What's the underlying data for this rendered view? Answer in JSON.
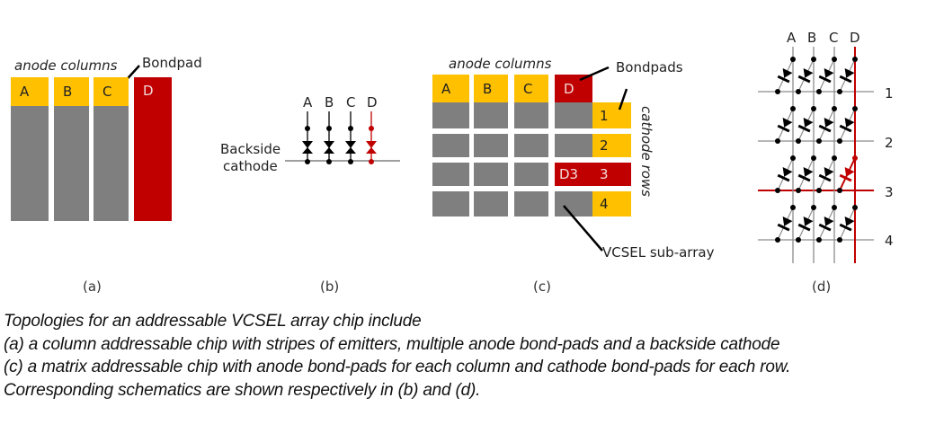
{
  "colors": {
    "pad_yellow": "#ffc000",
    "pad_red": "#c00000",
    "emitter_gray": "#7f7f7f",
    "wire_black": "#000000",
    "wire_gray": "#8c8c8c",
    "highlight_red": "#c00000"
  },
  "panel_a": {
    "label": "(a)",
    "anode_label": "anode columns",
    "bondpad_label": "Bondpad",
    "columns": [
      {
        "name": "A",
        "color": "yellow"
      },
      {
        "name": "B",
        "color": "yellow"
      },
      {
        "name": "C",
        "color": "yellow"
      },
      {
        "name": "D",
        "color": "red"
      }
    ]
  },
  "panel_b": {
    "label": "(b)",
    "cathode_label_line1": "Backside",
    "cathode_label_line2": "cathode",
    "columns": [
      {
        "name": "A",
        "highlight": false
      },
      {
        "name": "B",
        "highlight": false
      },
      {
        "name": "C",
        "highlight": false
      },
      {
        "name": "D",
        "highlight": true
      }
    ]
  },
  "panel_c": {
    "label": "(c)",
    "anode_label": "anode columns",
    "bondpads_label": "Bondpads",
    "cathode_label": "cathode rows",
    "subarray_label": "VCSEL sub-array",
    "columns": [
      {
        "name": "A",
        "color": "yellow"
      },
      {
        "name": "B",
        "color": "yellow"
      },
      {
        "name": "C",
        "color": "yellow"
      },
      {
        "name": "D",
        "color": "red"
      }
    ],
    "rows": [
      {
        "name": "1",
        "highlight": false,
        "cell_label": ""
      },
      {
        "name": "2",
        "highlight": false,
        "cell_label": ""
      },
      {
        "name": "3",
        "highlight": true,
        "cell_label": "D3"
      },
      {
        "name": "4",
        "highlight": false,
        "cell_label": ""
      }
    ]
  },
  "panel_d": {
    "label": "(d)",
    "columns": [
      "A",
      "B",
      "C",
      "D"
    ],
    "rows": [
      "1",
      "2",
      "3",
      "4"
    ],
    "highlight_column": "D",
    "highlight_row": "3"
  },
  "caption": {
    "lines": [
      "Topologies for an addressable VCSEL array chip include",
      "(a) a column addressable chip with stripes of emitters, multiple anode bond-pads and a backside cathode",
      "(c) a matrix addressable chip with anode bond-pads for each column and cathode bond-pads for each row.",
      "Corresponding schematics are shown respectively in (b) and (d)."
    ]
  }
}
